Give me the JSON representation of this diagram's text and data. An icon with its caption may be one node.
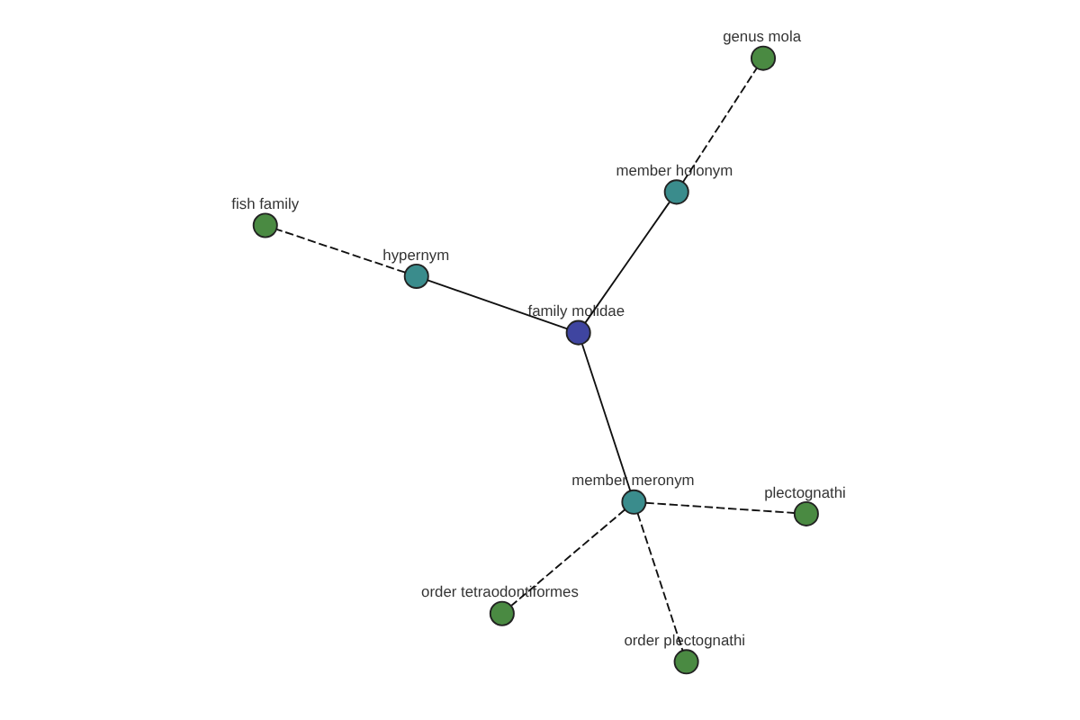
{
  "diagram": {
    "nodes": [
      {
        "text": [
          "genus mola"
        ]
      },
      {
        "text": [
          "order plectognathi"
        ]
      },
      {
        "text": [
          "member holonym"
        ]
      },
      {
        "text": [
          "order tetraodontiformes"
        ]
      },
      {
        "text": [
          "member meronym"
        ]
      },
      {
        "text": [
          "family molidae"
        ]
      },
      {
        "text": [
          "plectognathi"
        ]
      },
      {
        "text": [
          "hypernym"
        ]
      },
      {
        "text": [
          "fish family"
        ]
      }
    ],
    "edges": [
      {
        "from": 5,
        "to": 2,
        "arrow": "none"
      },
      {
        "from": 2,
        "to": 0,
        "arrow": "none",
        "style": "dashed"
      },
      {
        "from": 5,
        "to": 4,
        "arrow": "none"
      },
      {
        "from": 4,
        "to": 1,
        "arrow": "none",
        "style": "dashed"
      },
      {
        "from": 4,
        "to": 3,
        "arrow": "none",
        "style": "dashed"
      },
      {
        "from": 4,
        "to": 6,
        "arrow": "none",
        "style": "dashed"
      },
      {
        "from": 5,
        "to": 7,
        "arrow": "none"
      },
      {
        "from": 7,
        "to": 8,
        "arrow": "none",
        "style": "dashed"
      }
    ]
  }
}
